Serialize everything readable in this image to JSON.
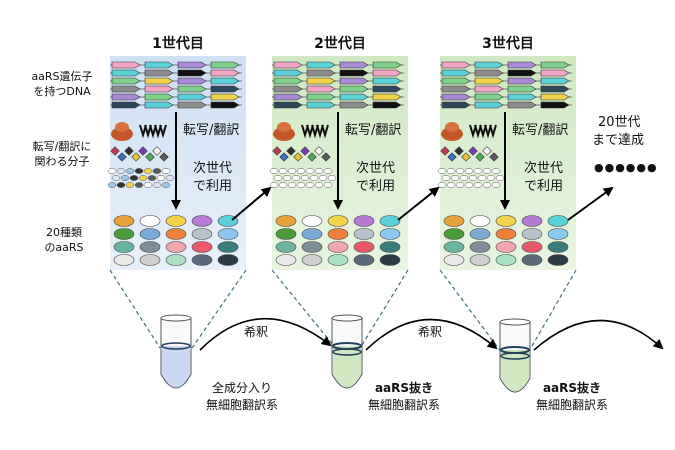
{
  "generations": [
    {
      "label": "1世代目",
      "panel_color": "#cfe0f3"
    },
    {
      "label": "2世代目",
      "panel_color": "#d2ebc8"
    },
    {
      "label": "3世代目",
      "panel_color": "#d2ebc8"
    }
  ],
  "row_labels": {
    "dna": [
      "aaRS遺伝子",
      "を持つDNA"
    ],
    "molecules": [
      "転写/翻訳に",
      "関わる分子"
    ],
    "aars": [
      "20種類",
      "のaaRS"
    ]
  },
  "step_labels": {
    "transcription": "転写/翻訳",
    "next_gen": [
      "次世代",
      "で利用"
    ],
    "dilution": "希釈"
  },
  "final_label": [
    "20世代",
    "まで達成"
  ],
  "ellipsis": "●●●●●●",
  "tubes": [
    {
      "label": [
        "全成分入り",
        "無細胞翻訳系"
      ],
      "liquid_color": "#c9d8f2"
    },
    {
      "label": [
        "aaRS抜き",
        "無細胞翻訳系"
      ],
      "liquid_color": "#cfe8c2"
    },
    {
      "label": [
        "aaRS抜き",
        "無細胞翻訳系"
      ],
      "liquid_color": "#cfe8c2"
    }
  ],
  "colors": {
    "arrow_pink": "#f4a6c7",
    "arrow_cyan": "#5ad1d8",
    "arrow_green": "#7ed08b",
    "arrow_purple": "#a88ad6",
    "arrow_gray": "#8c8c8c",
    "arrow_black": "#111111",
    "arrow_yellow": "#f1d34a",
    "arrow_dark": "#2e4a5a"
  },
  "aars_colors": [
    "#e9a23b",
    "#ffffff",
    "#f1d34a",
    "#b57ad3",
    "#5ad1d8",
    "#4b9b3a",
    "#7aa9d8",
    "#f07f3a",
    "#b8c2cc",
    "#8cc8f0",
    "#6ab5a0",
    "#7f8d99",
    "#f1a6b0",
    "#e85a6a",
    "#3a7f7d",
    "#e8e8e8",
    "#cfcfcf",
    "#a9e1c5",
    "#5a6a7a",
    "#2b3a44"
  ]
}
